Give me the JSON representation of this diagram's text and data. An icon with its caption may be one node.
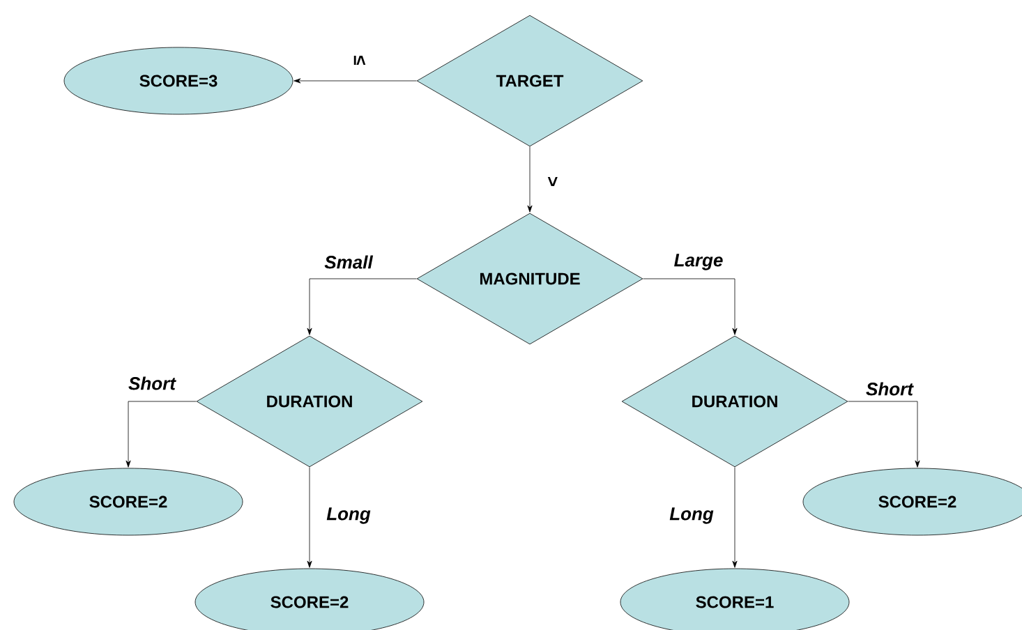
{
  "diagram": {
    "nodes": [
      {
        "text": [
          "SCORE=3"
        ]
      },
      {
        "text": [
          "TARGET"
        ]
      },
      {
        "text": [
          "MAGNITUDE"
        ]
      },
      {
        "text": [
          "DURATION"
        ]
      },
      {
        "text": [
          "DURATION"
        ]
      },
      {
        "text": [
          "SCORE=2"
        ]
      },
      {
        "text": [
          "SCORE=2"
        ]
      },
      {
        "text": [
          "SCORE=2"
        ]
      },
      {
        "text": [
          "SCORE=1"
        ]
      }
    ],
    "edges": [
      {
        "from": 1,
        "to": 0,
        "arrow": "to",
        "label": "≤"
      },
      {
        "from": 1,
        "to": 2,
        "arrow": "to",
        "label": ">"
      },
      {
        "from": 2,
        "to": 3,
        "arrow": "to",
        "label": "Small"
      },
      {
        "from": 2,
        "to": 4,
        "arrow": "to",
        "label": "Large"
      },
      {
        "from": 3,
        "to": 5,
        "arrow": "to",
        "label": "Short"
      },
      {
        "from": 3,
        "to": 7,
        "arrow": "to",
        "label": "Long"
      },
      {
        "from": 4,
        "to": 6,
        "arrow": "to",
        "label": "Short"
      },
      {
        "from": 4,
        "to": 8,
        "arrow": "to",
        "label": "Long"
      }
    ]
  }
}
